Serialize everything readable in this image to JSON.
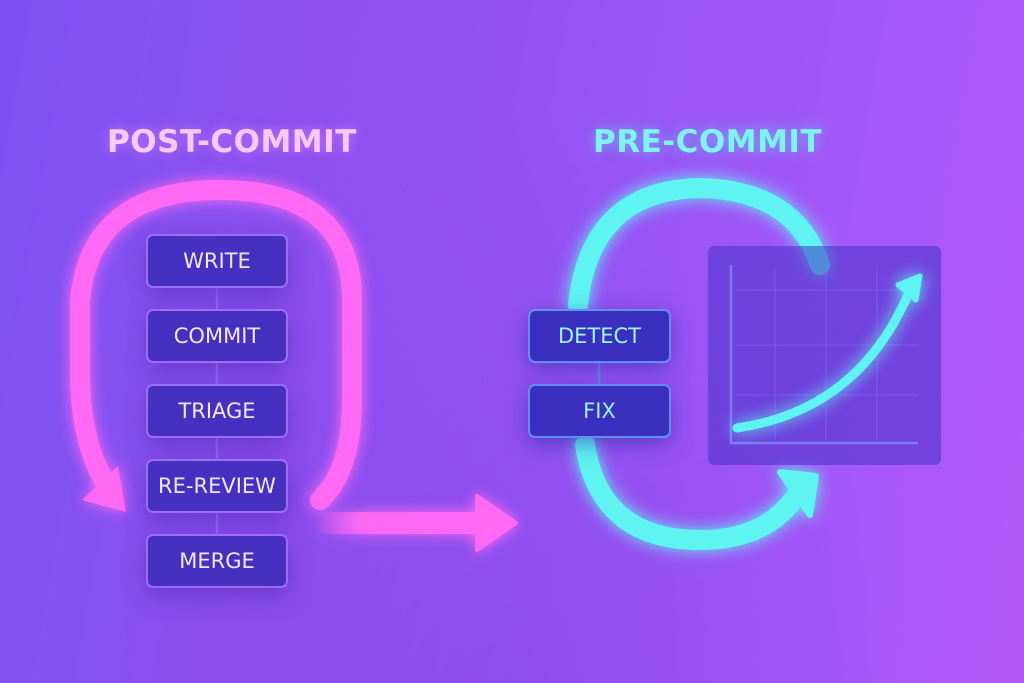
{
  "post_commit": {
    "title": "POST-COMMIT",
    "steps": [
      "WRITE",
      "COMMIT",
      "TRIAGE",
      "RE-REVIEW",
      "MERGE"
    ],
    "color": "#ff6af5"
  },
  "pre_commit": {
    "title": "PRE-COMMIT",
    "steps": [
      "DETECT",
      "FIX"
    ],
    "color": "#5ff3f2"
  },
  "transition_arrow": {
    "direction": "right",
    "color": "#ff6af5"
  },
  "growth_chart": {
    "trend": "rising",
    "color": "#5ff3f2"
  }
}
